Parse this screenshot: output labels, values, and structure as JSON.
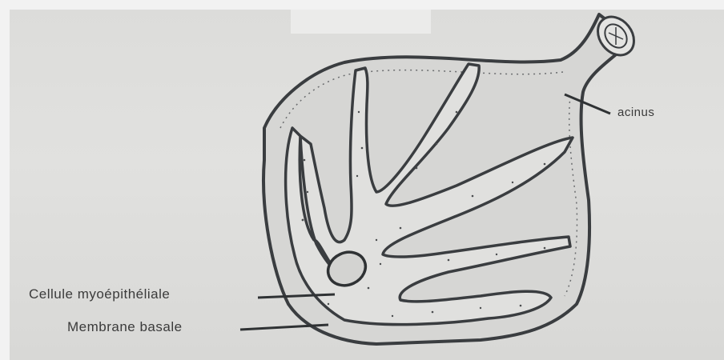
{
  "labels": {
    "acinus": "acinus",
    "myoepithelial_cell": "Cellule myoépithéliale",
    "basement_membrane": "Membrane basale"
  },
  "colors": {
    "ink": "#3a3d40",
    "acinus_fill": "#d6d6d4",
    "cell_fill": "#e0e0de",
    "paper": "#dcdcda"
  }
}
